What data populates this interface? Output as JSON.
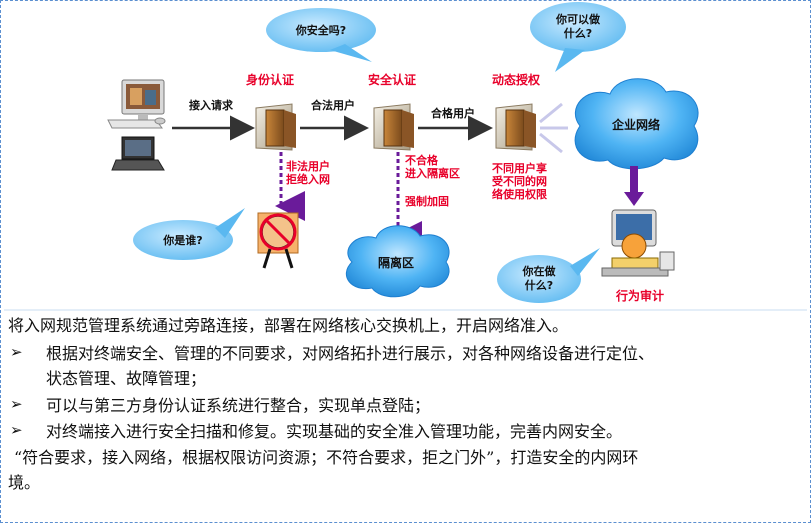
{
  "diagram": {
    "bubbles": {
      "are_you_safe": "你安全吗?",
      "what_can_do_1": "你可以做",
      "what_can_do_2": "什么?",
      "who_are_you": "你是谁?",
      "what_doing_1": "你在做",
      "what_doing_2": "什么?"
    },
    "stages": {
      "identity_auth": "身份认证",
      "security_auth": "安全认证",
      "dynamic_authz": "动态授权"
    },
    "flows": {
      "access_request": "接入请求",
      "legal_user": "合法用户",
      "qualified_user": "合格用户"
    },
    "rejections": {
      "illegal_1": "非法用户",
      "illegal_2": "拒绝入网",
      "unqualified_1": "不合格",
      "unqualified_2": "进入隔离区",
      "forced_hardening": "强制加固",
      "diff_rights_1": "不同用户享",
      "diff_rights_2": "受不同的网",
      "diff_rights_3": "络使用权限"
    },
    "clouds": {
      "enterprise": "企业网络",
      "isolation": "隔离区"
    },
    "audit": "行为审计"
  },
  "text": {
    "intro": "将入网规范管理系统通过旁路连接，部署在网络核心交换机上，开启网络准入。",
    "bullet_symbol": "➢",
    "bullet1_line1": "根据对终端安全、管理的不同要求，对网络拓扑进行展示，对各种网络设备进行定位、",
    "bullet1_line2": "状态管理、故障管理；",
    "bullet2": "可以与第三方身份认证系统进行整合，实现单点登陆；",
    "bullet3": "对终端接入进行安全扫描和修复。实现基础的安全准入管理功能，完善内网安全。",
    "closing_line1": "“符合要求，接入网络，根据权限访问资源；不符合要求，拒之门外”，打造安全的内网环",
    "closing_line2": "境。"
  },
  "colors": {
    "accent_red": "#e8002a",
    "arrow_purple": "#6a1b9a",
    "cloud_blue": "#3fa9f5",
    "bubble_blue": "#6ec0f0"
  }
}
